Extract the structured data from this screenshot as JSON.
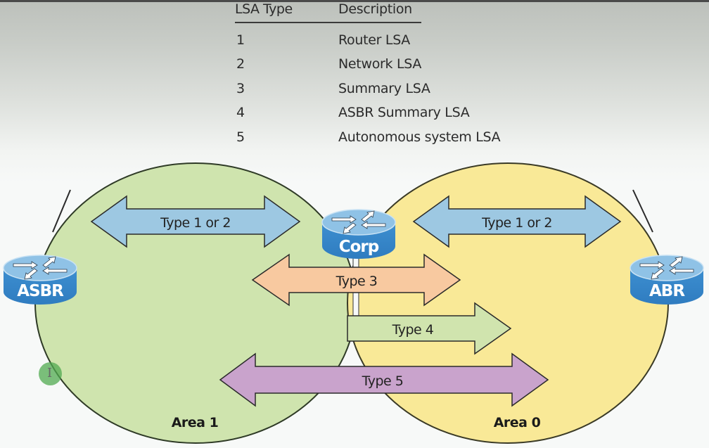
{
  "table": {
    "headers": [
      "LSA Type",
      "Description"
    ],
    "rows": [
      {
        "type": "1",
        "description": "Router LSA"
      },
      {
        "type": "2",
        "description": "Network LSA"
      },
      {
        "type": "3",
        "description": "Summary LSA"
      },
      {
        "type": "4",
        "description": "ASBR Summary LSA"
      },
      {
        "type": "5",
        "description": "Autonomous system LSA"
      }
    ]
  },
  "areas": [
    {
      "label": "Area 1",
      "color": "#cfe4ae"
    },
    {
      "label": "Area 0",
      "color": "#f9e997"
    }
  ],
  "routers": {
    "asbr": {
      "label": "ASBR",
      "icon": "router-icon"
    },
    "corp": {
      "label": "Corp",
      "icon": "router-icon"
    },
    "abr": {
      "label": "ABR",
      "icon": "router-icon"
    }
  },
  "arrows": {
    "area1_type12": {
      "label": "Type 1 or 2",
      "direction": "bidirectional",
      "color": "#9dc8e2"
    },
    "area0_type12": {
      "label": "Type 1 or 2",
      "direction": "bidirectional",
      "color": "#9dc8e2"
    },
    "type3": {
      "label": "Type 3",
      "direction": "bidirectional",
      "color": "#f8c9a0"
    },
    "type4": {
      "label": "Type 4",
      "direction": "right",
      "color": "#d0e4ae"
    },
    "type5": {
      "label": "Type 5",
      "direction": "bidirectional",
      "color": "#c9a3cc"
    }
  },
  "cursor": {
    "glyph": "I"
  }
}
